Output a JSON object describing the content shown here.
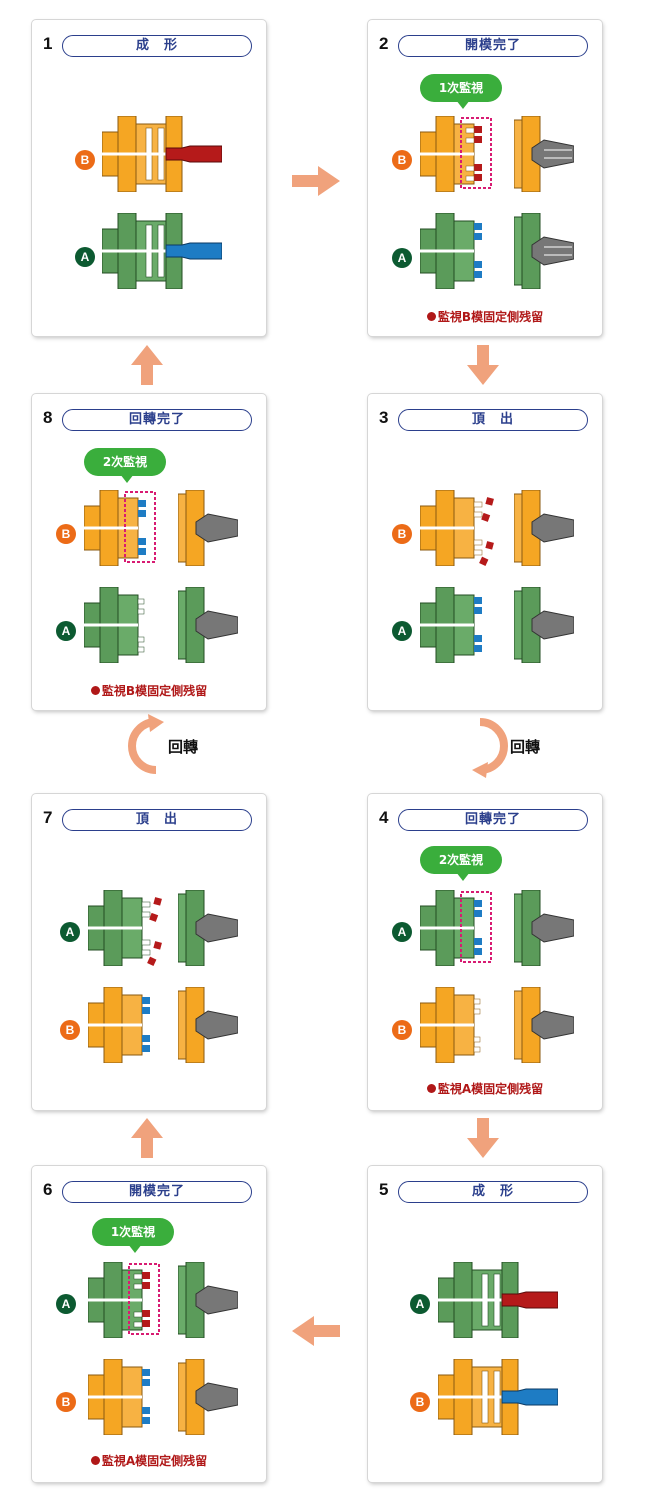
{
  "steps": [
    {
      "num": "1",
      "title": "成　形"
    },
    {
      "num": "2",
      "title": "開模完了",
      "monitor": "1次監視",
      "note": "監視B模固定側残留"
    },
    {
      "num": "3",
      "title": "頂　出"
    },
    {
      "num": "4",
      "title": "回轉完了",
      "monitor": "2次監視",
      "note": "監視A模固定側残留"
    },
    {
      "num": "5",
      "title": "成　形"
    },
    {
      "num": "6",
      "title": "開模完了",
      "monitor": "1次監視",
      "note": "監視A模固定側残留"
    },
    {
      "num": "7",
      "title": "頂　出"
    },
    {
      "num": "8",
      "title": "回轉完了",
      "monitor": "2次監視",
      "note": "監視B模固定側残留"
    }
  ],
  "mold_labels": {
    "a": "A",
    "b": "B"
  },
  "rotation_label": "回轉",
  "colors": {
    "orange": "#f5a623",
    "green": "#5b9b5a",
    "red": "#b51a1a",
    "blue": "#1e7cc4",
    "accent": "#f0a27c",
    "title": "#2b3f8c"
  }
}
